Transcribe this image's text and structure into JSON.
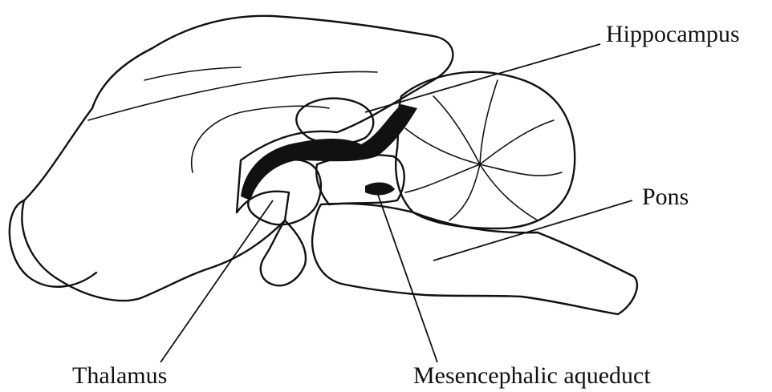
{
  "labels": {
    "hippocampus": "Hippocampus",
    "pons": "Pons",
    "thalamus": "Thalamus",
    "aqueduct": "Mesencephalic aqueduct"
  },
  "colors": {
    "ink": "#111111",
    "paper": "#ffffff"
  }
}
